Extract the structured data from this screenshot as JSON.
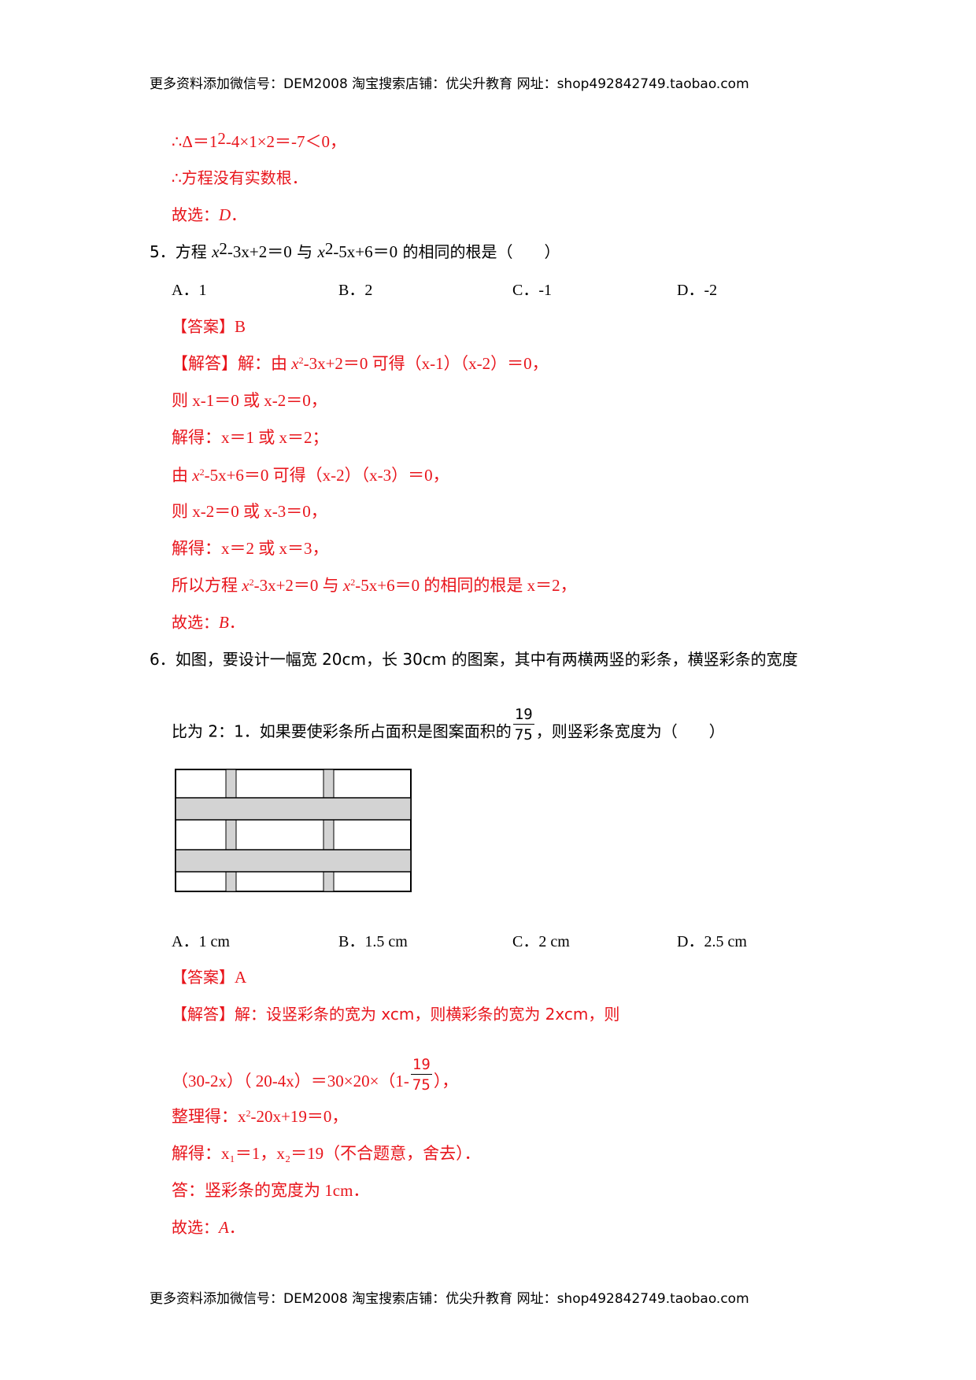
{
  "header_text": "更多资料添加微信号：DEM2008  淘宝搜索店铺：优尖升教育 网址：shop492842749.taobao.com",
  "footer_text": "更多资料添加微信号：DEM2008  淘宝搜索店铺：优尖升教育 网址：shop492842749.taobao.com",
  "prev": {
    "delta_pre": "∴Δ＝1",
    "delta_sup": "2",
    "delta_post": "-4×1×2＝-7＜0，",
    "no_root": "∴方程没有实数根．",
    "choose_label": "故选：",
    "choose_val": "D",
    "choose_end": "．"
  },
  "q5": {
    "num": "5．方程 ",
    "x": "x",
    "sq": "2",
    "eq1_rest": "-3x+2＝0",
    "and": " 与 ",
    "eq2_rest": "-5x+6＝0",
    "tail": " 的相同的根是（　　）",
    "opts": [
      "A．1",
      "B．2",
      "C．-1",
      "D．-2"
    ],
    "answer_label": "【答案】",
    "answer_val": "B",
    "s1_label": "【解答】解：由 ",
    "s1_mid": " 可得（x-1）（x-2）＝0，",
    "s2": "则 x-1＝0 或 x-2＝0，",
    "s3": "解得：x＝1 或 x＝2；",
    "s4_pre": "由 ",
    "s4_mid": " 可得（x-2）（x-3）＝0，",
    "s5": "则 x-2＝0 或 x-3＝0，",
    "s6": "解得：x＝2 或 x＝3，",
    "s7_pre": "所以方程 ",
    "s7_tail": " 的相同的根是 x＝2，",
    "choose_label": "故选：",
    "choose_val": "B",
    "choose_end": "．"
  },
  "q6": {
    "line1": "6．如图，要设计一幅宽 20cm，长 30cm 的图案，其中有两横两竖的彩条，横竖彩条的宽度",
    "line2_pre": "比为 2：1．如果要使彩条所占面积是图案面积的",
    "frac_num": "19",
    "frac_den": "75",
    "line2_post": "，则竖彩条宽度为（　　）",
    "opts": [
      "A．1 cm",
      "B．1.5 cm",
      "C．2 cm",
      "D．2.5 cm"
    ],
    "answer_label": "【答案】",
    "answer_val": "A",
    "s1": "【解答】解：设竖彩条的宽为 xcm，则横彩条的宽为 2xcm，则",
    "s2_pre": "（30-2x）（ 20-4x）＝30×20×（1-",
    "s2_post": "），",
    "s3_pre": "整理得：x",
    "s3_post": "-20x+19＝0，",
    "s4": "解得：x₁＝1，x₂＝19（不合题意，舍去）．",
    "s5": "答：竖彩条的宽度为 1cm．",
    "choose_label": "故选：",
    "choose_val": "A",
    "choose_end": "．"
  },
  "colors": {
    "answer_red": "#e8141b",
    "stripe_gray": "#d3d3d3"
  }
}
